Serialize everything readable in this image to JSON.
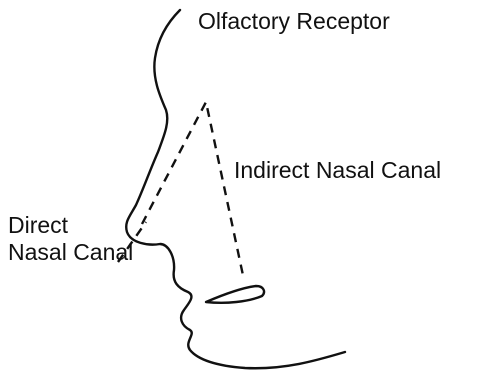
{
  "labels": {
    "olfactory_receptor": "Olfactory Receptor",
    "indirect_nasal_canal": "Indirect Nasal Canal",
    "direct_nasal_canal_line1": "Direct",
    "direct_nasal_canal_line2": "Nasal Canal"
  },
  "colors": {
    "stroke": "#111111",
    "background": "#ffffff"
  }
}
